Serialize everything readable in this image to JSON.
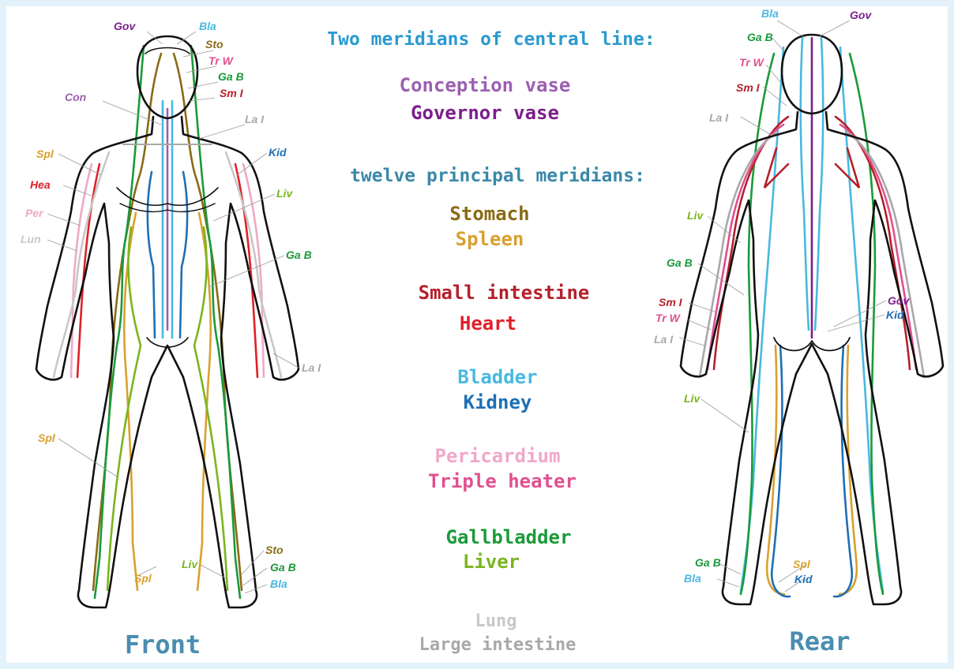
{
  "headings": {
    "central": "Two meridians of central line:",
    "principal": "twelve principal meridians:"
  },
  "central_meridians": [
    {
      "label": "Conception vase",
      "color": "#9b5fb0"
    },
    {
      "label": "Governor vase",
      "color": "#7b1f8c"
    }
  ],
  "principal_meridians": [
    {
      "label": "Stomach",
      "color": "#8a6a14"
    },
    {
      "label": "Spleen",
      "color": "#d9a02e"
    },
    {
      "label": "Small intestine",
      "color": "#b5202a"
    },
    {
      "label": "Heart",
      "color": "#e0202a"
    },
    {
      "label": "Bladder",
      "color": "#48b8e0"
    },
    {
      "label": "Kidney",
      "color": "#1e6fb5"
    },
    {
      "label": "Pericardium",
      "color": "#f0a8c8"
    },
    {
      "label": "Triple heater",
      "color": "#e05090"
    },
    {
      "label": "Gallbladder",
      "color": "#1a9a3a"
    },
    {
      "label": "Liver",
      "color": "#7ab51e"
    },
    {
      "label": "Lung",
      "color": "#c8c8c8"
    },
    {
      "label": "Large intestine",
      "color": "#a8a8a8"
    }
  ],
  "view_titles": {
    "front": "Front",
    "rear": "Rear"
  },
  "front_labels": {
    "gov": "Gov",
    "bla": "Bla",
    "sto": "Sto",
    "trw": "Tr W",
    "gab": "Ga B",
    "smi": "Sm I",
    "con": "Con",
    "lai": "La I",
    "spl": "Spl",
    "kid": "Kid",
    "hea": "Hea",
    "liv": "Liv",
    "per": "Per",
    "lun": "Lun",
    "gab2": "Ga B",
    "lai2": "La I",
    "spl2": "Spl",
    "sto2": "Sto",
    "gab3": "Ga B",
    "liv2": "Liv",
    "spl3": "Spl",
    "bla2": "Bla"
  },
  "rear_labels": {
    "bla": "Bla",
    "gov": "Gov",
    "gab": "Ga B",
    "trw": "Tr W",
    "smi": "Sm I",
    "lai": "La I",
    "liv": "Liv",
    "gab2": "Ga B",
    "smi2": "Sm I",
    "trw2": "Tr W",
    "lai2": "La I",
    "gov2": "Gov",
    "kid": "Kid",
    "liv2": "Liv",
    "gab3": "Ga B",
    "bla2": "Bla",
    "spl": "Spl",
    "kid2": "Kid"
  }
}
